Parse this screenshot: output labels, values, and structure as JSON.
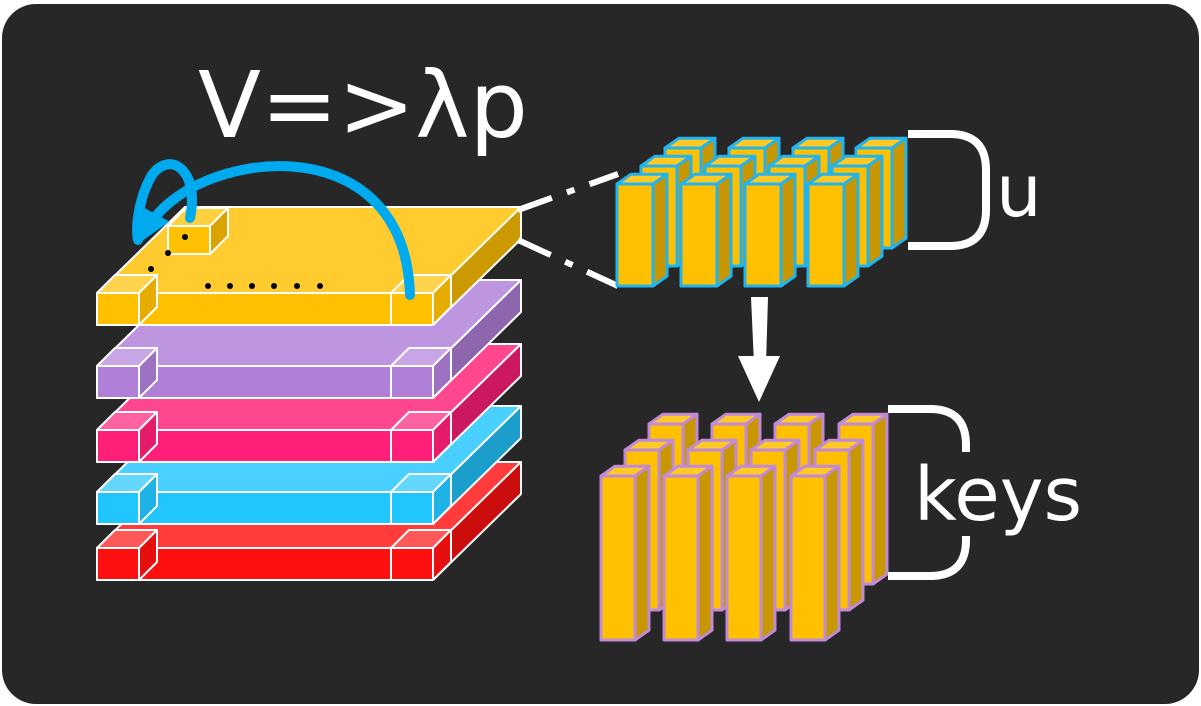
{
  "labels": {
    "formula": "V=>λp",
    "u": "u",
    "keys": "keys"
  },
  "colors": {
    "background": "#272727",
    "layer_yellow": "#ffc000",
    "layer_lavender": "#b07fd8",
    "layer_pink": "#ff1e78",
    "layer_cyan": "#22c6ff",
    "layer_red": "#ff1010",
    "arrow_blue": "#00aaee",
    "block_fill": "#ffc000",
    "block_outline_top": "#22b4ee",
    "block_outline_bottom": "#c08ad8"
  }
}
